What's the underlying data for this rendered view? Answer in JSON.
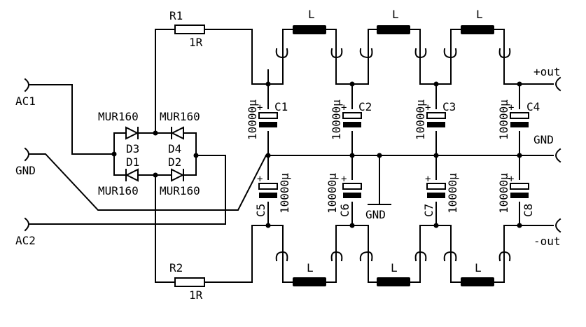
{
  "terminals": {
    "ac1": "AC1",
    "gnd_in": "GND",
    "ac2": "AC2",
    "out_pos": "+out",
    "gnd_out": "GND",
    "out_neg": "-out"
  },
  "resistors": [
    {
      "ref": "R1",
      "value": "1R"
    },
    {
      "ref": "R2",
      "value": "1R"
    }
  ],
  "diodes": [
    {
      "ref": "D3",
      "part": "MUR160"
    },
    {
      "ref": "D4",
      "part": "MUR160"
    },
    {
      "ref": "D1",
      "part": "MUR160"
    },
    {
      "ref": "D2",
      "part": "MUR160"
    }
  ],
  "capacitors": [
    {
      "ref": "C1",
      "value": "10000µ"
    },
    {
      "ref": "C2",
      "value": "10000µ"
    },
    {
      "ref": "C3",
      "value": "10000µ"
    },
    {
      "ref": "C4",
      "value": "10000µ"
    },
    {
      "ref": "C5",
      "value": "10000µ"
    },
    {
      "ref": "C6",
      "value": "10000µ"
    },
    {
      "ref": "C7",
      "value": "10000µ"
    },
    {
      "ref": "C8",
      "value": "10000µ"
    }
  ],
  "inductors": {
    "top": [
      "L",
      "L",
      "L"
    ],
    "bottom": [
      "L",
      "L",
      "L"
    ]
  },
  "ground_symbol": "GND",
  "polarity_mark": "+"
}
